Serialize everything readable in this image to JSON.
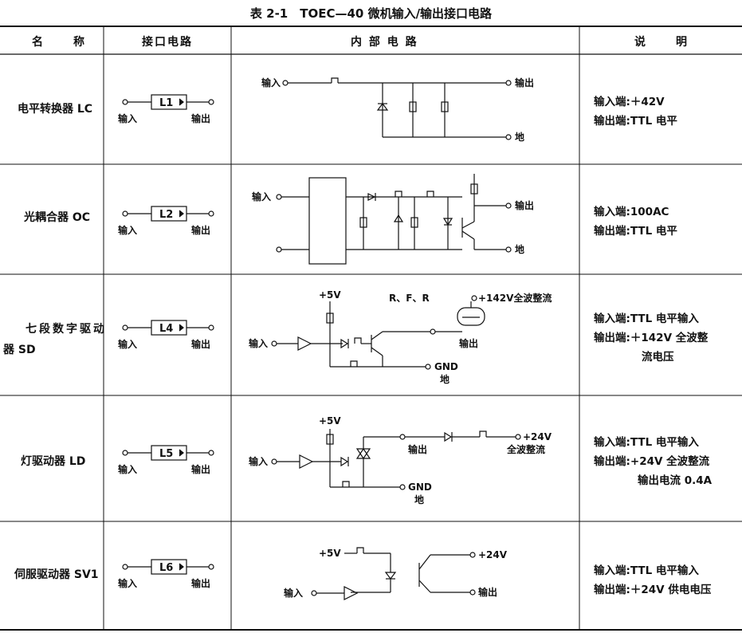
{
  "caption": "表 2-1　TOEC—40 微机输入/输出接口电路",
  "headers": {
    "name": "名　称",
    "interface": "接口电路",
    "internal": "内 部 电 路",
    "note": "说　明"
  },
  "common": {
    "in": "输入",
    "out": "输出",
    "gnd_cn": "地"
  },
  "rows": [
    {
      "name": "电平转换器 LC",
      "box": "L1",
      "note": [
        "输入端:＋42V",
        "输出端:TTL 电平"
      ]
    },
    {
      "name": "光耦合器 OC",
      "box": "L2",
      "note": [
        "输入端:100AC",
        "输出端:TTL 电平"
      ]
    },
    {
      "name_line1": "七段数字驱动",
      "name_line2": "器 SD",
      "box": "L4",
      "labels": {
        "v5": "+5V",
        "rfr": "R、F、R",
        "v142": "+142V全波整流",
        "gnd": "GND"
      },
      "note": [
        "输入端:TTL 电平输入",
        "输出端:＋142V 全波整",
        "流电压"
      ]
    },
    {
      "name": "灯驱动器 LD",
      "box": "L5",
      "labels": {
        "v5": "+5V",
        "v24": "+24V",
        "fw": "全波整流",
        "gnd": "GND"
      },
      "note": [
        "输入端:TTL 电平输入",
        "输出端:+24V 全波整流",
        "输出电流 0.4A"
      ]
    },
    {
      "name": "伺服驱动器 SV1",
      "box": "L6",
      "labels": {
        "v5": "+5V",
        "v24": "+24V"
      },
      "note": [
        "输入端:TTL 电平输入",
        "输出端:＋24V 供电电压"
      ]
    }
  ]
}
